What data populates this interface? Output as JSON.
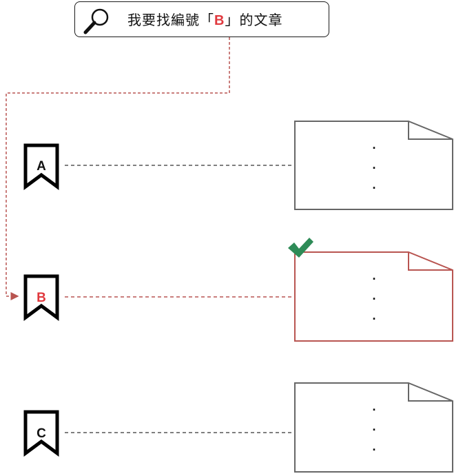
{
  "search": {
    "prefix": "我要找編號「",
    "highlight": "B",
    "suffix": "」的文章"
  },
  "bookmarks": [
    {
      "label": "A",
      "highlighted": false
    },
    {
      "label": "B",
      "highlighted": true
    },
    {
      "label": "C",
      "highlighted": false
    }
  ],
  "documents": [
    {
      "lines": [
        ".",
        ".",
        "."
      ],
      "matched": false
    },
    {
      "lines": [
        ".",
        ".",
        "."
      ],
      "matched": true
    },
    {
      "lines": [
        ".",
        ".",
        "."
      ],
      "matched": false
    }
  ],
  "colors": {
    "highlight": "#e0393e",
    "path": "#b85450",
    "matched_border": "#b85450",
    "check": "#2e8b57",
    "default_border": "#666666",
    "connector": "#555555"
  }
}
